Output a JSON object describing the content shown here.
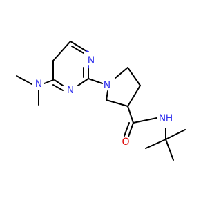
{
  "molecule": {
    "atoms": {
      "n_dimethyl": "N",
      "n_ring_lower": "N",
      "n_ring_upper": "N",
      "n_pyrrolidine": "N",
      "o_carbonyl": "O",
      "nh_amide": "N",
      "h_amide": "H"
    },
    "colors": {
      "nitrogen": "#3333ee",
      "oxygen": "#dd0000",
      "carbon": "#000000"
    }
  }
}
